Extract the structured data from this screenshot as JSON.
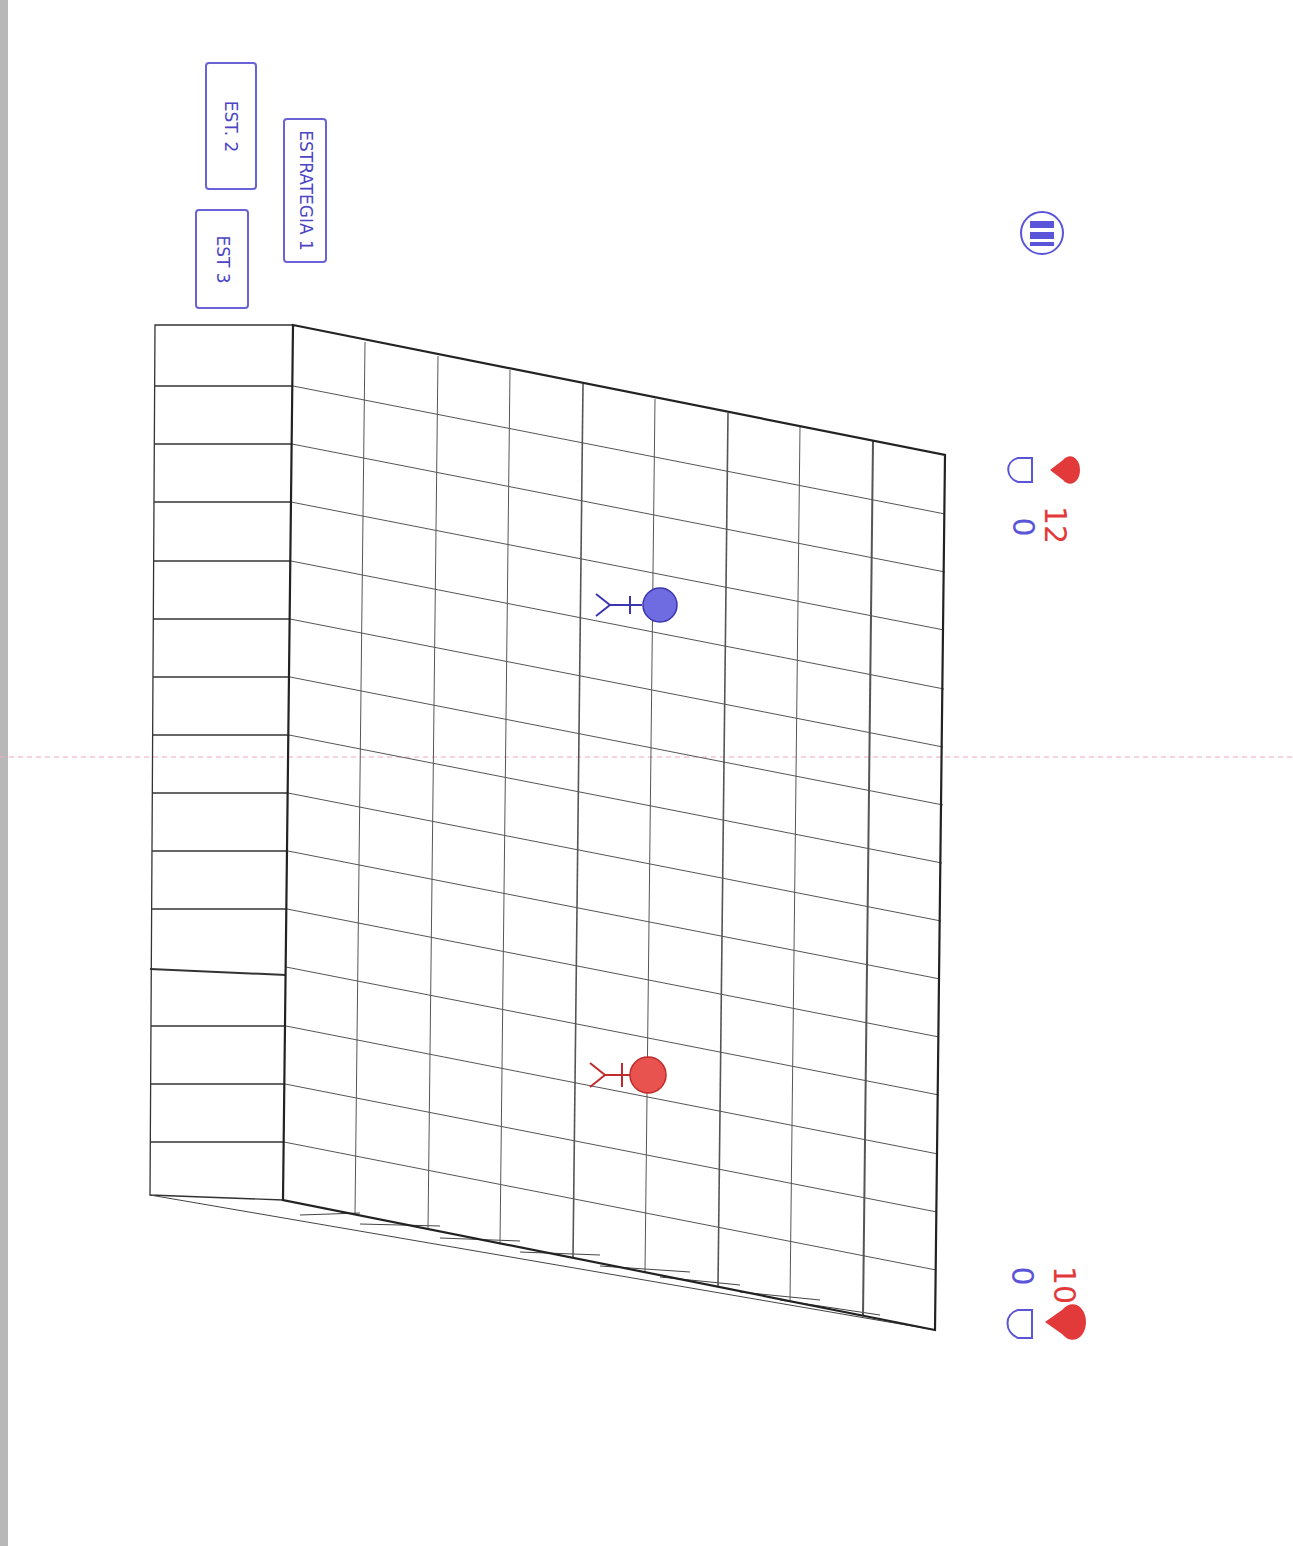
{
  "diagram": {
    "nodes": [
      {
        "text": [
          "ESTRATEGIA 1"
        ]
      },
      {
        "text": [
          "EST. 2"
        ]
      },
      {
        "text": [
          "EST 3"
        ]
      }
    ],
    "labels": [
      "12",
      "0",
      "10",
      "0"
    ]
  }
}
